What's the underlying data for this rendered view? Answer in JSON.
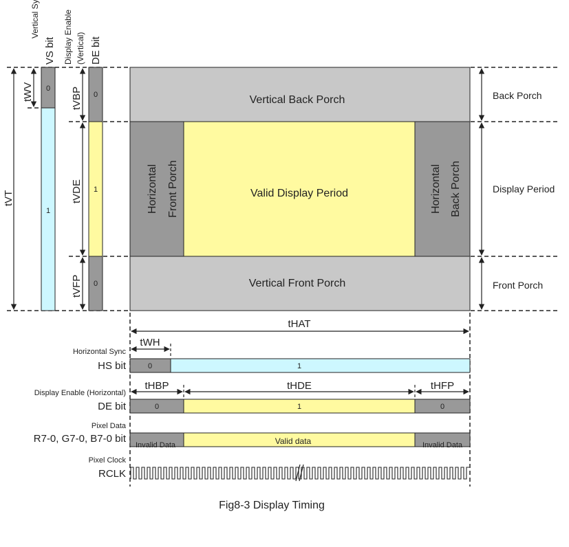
{
  "colors": {
    "gray_light": "#c8c8c8",
    "gray_dark": "#999999",
    "yellow": "#fffaa0",
    "cyan": "#cdf7ff",
    "stroke": "#222222"
  },
  "vertical_signals": {
    "vs_caption": "Vertical Sync",
    "vs_name": "VS bit",
    "de_caption1": "Display Enable",
    "de_caption2": "(Vertical)",
    "de_name": "DE bit",
    "vs_low": "0",
    "vs_high": "1",
    "de_low_top": "0",
    "de_high": "1",
    "de_low_bottom": "0",
    "label_twv": "tWV",
    "label_tvt": "tVT",
    "label_tvbp": "tVBP",
    "label_tvde": "tVDE",
    "label_tvfp": "tVFP"
  },
  "frame": {
    "vertical_back_porch": "Vertical Back Porch",
    "valid_display_period": "Valid Display Period",
    "vertical_front_porch": "Vertical Front Porch",
    "hfp_line1": "Horizontal",
    "hfp_line2": "Front Porch",
    "hbp_line1": "Horizontal",
    "hbp_line2": "Back Porch"
  },
  "right_labels": {
    "back_porch": "Back Porch",
    "display_period": "Display Period",
    "front_porch": "Front Porch"
  },
  "horizontal": {
    "that": "tHAT",
    "twh": "tWH",
    "thbp": "tHBP",
    "thde": "tHDE",
    "thfp": "tHFP",
    "hs_caption": "Horizontal Sync",
    "hs_name": "HS bit",
    "hs_low": "0",
    "hs_high": "1",
    "de_caption": "Display Enable (Horizontal)",
    "de_name": "DE bit",
    "de_low_left": "0",
    "de_high": "1",
    "de_low_right": "0",
    "pd_caption": "Pixel Data",
    "pd_name": "R7-0, G7-0, B7-0 bit",
    "invalid_left": "Invalid Data",
    "valid": "Valid data",
    "invalid_right": "Invalid Data",
    "clk_caption": "Pixel Clock",
    "clk_name": "RCLK"
  },
  "caption": "Fig8-3 Display Timing"
}
